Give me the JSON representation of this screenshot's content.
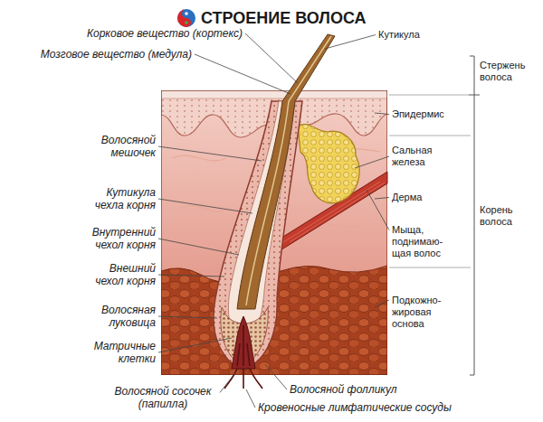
{
  "diagram": {
    "title": "СТРОЕНИЕ ВОЛОСА",
    "labels": [
      "Корковое вещество (кортекс)",
      "Кутикула",
      "Мозговое вещество (медула)",
      "Стержень волоса",
      "Эпидермис",
      "Волосяной мешочек",
      "Сальная железа",
      "Кутикула чехла корня",
      "Дерма",
      "Корень волоса",
      "Внутренний чехол корня",
      "Мыща, поднимаю- щая волос",
      "Внешний чехол корня",
      "Подкожно- жировая основа",
      "Волосяная луковица",
      "Матричные клетки",
      "Волосяной сосочек (папилла)",
      "Волосяной фолликул",
      "Кровеносные лимфатические сосуды"
    ]
  }
}
